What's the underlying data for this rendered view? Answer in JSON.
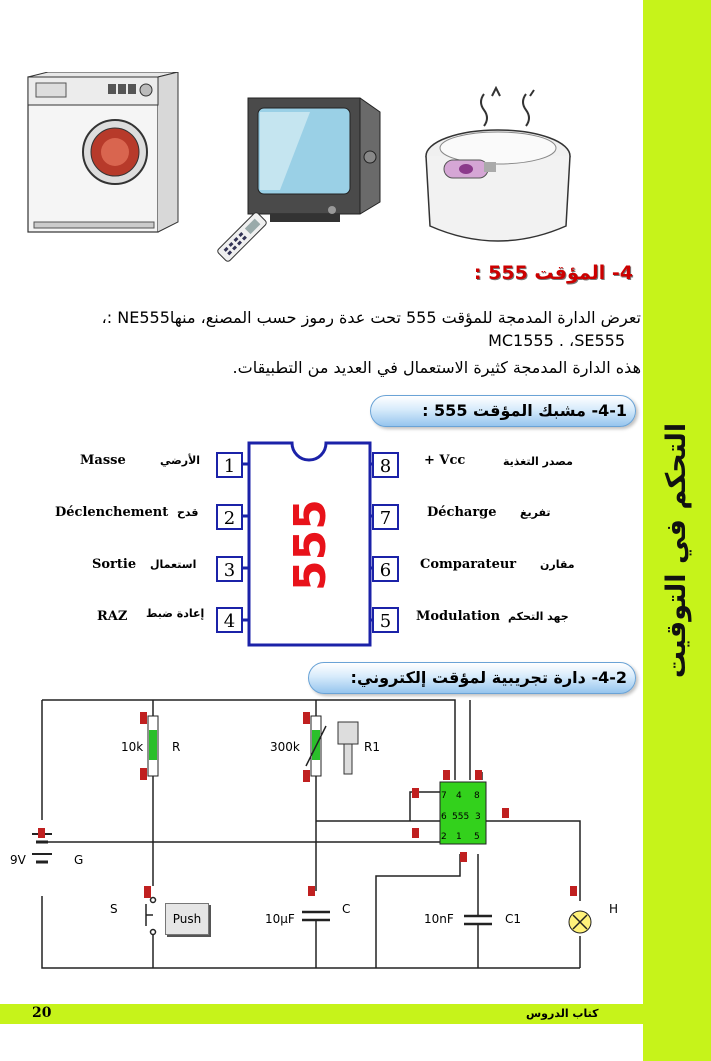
{
  "sidebar": {
    "title": "التحكم في التوقيت"
  },
  "footer": {
    "page_number": "20",
    "book_label": "كتاب الدروس"
  },
  "heading": "4- المؤقت 555 :",
  "paragraph": {
    "line1": "تعرض الدارة المدمجة للمؤقت 555 تحت عدة رموز حسب المصنع، منهاNE555 :،",
    "line2": "MC1555 . ،SE555",
    "line3": "هذه الدارة المدمجة كثيرة الاستعمال في العديد من التطبيقات."
  },
  "section1": {
    "title": "4-1- مشبك المؤقت 555 :"
  },
  "section2": {
    "title": "4-2- دارة تجريبية لمؤقت إلكتروني:"
  },
  "chip": {
    "label": "555",
    "label_color": "#e8121a",
    "outline_color": "#1b22a8"
  },
  "pins_left": [
    {
      "num": "1",
      "fr": "Masse",
      "ar": "الأرضي"
    },
    {
      "num": "2",
      "fr": "Déclenchement",
      "ar": "قدح"
    },
    {
      "num": "3",
      "fr": "Sortie",
      "ar": "استعمال"
    },
    {
      "num": "4",
      "fr": "RAZ",
      "ar": "إعادة ضبط"
    }
  ],
  "pins_right": [
    {
      "num": "8",
      "fr": "+ Vcc",
      "ar": "مصدر التغذية"
    },
    {
      "num": "7",
      "fr": "Décharge",
      "ar": "تفريغ"
    },
    {
      "num": "6",
      "fr": "Comparateur",
      "ar": "مقارن"
    },
    {
      "num": "5",
      "fr": "Modulation",
      "ar": "جهد التحكم"
    }
  ],
  "circuit": {
    "r_value": "10k",
    "r_name": "R",
    "r1_value": "300k",
    "r1_name": "R1",
    "battery_value": "9V",
    "battery_name": "G",
    "switch_name": "S",
    "push_label": "Push",
    "c_value": "10µF",
    "c_name": "C",
    "c1_value": "10nF",
    "c1_name": "C1",
    "lamp_name": "H",
    "ic_label": "555",
    "ic_pins": {
      "p7": "7",
      "p4": "4",
      "p8": "8",
      "p6": "6",
      "p3": "3",
      "p2": "2",
      "p1": "1",
      "p5": "5"
    }
  },
  "colors": {
    "accent": "#c6f31a",
    "heading_red": "#cc0000",
    "chip_blue": "#1b22a8",
    "ic_green": "#33d11c"
  },
  "icons": [
    "washing-machine-icon",
    "television-icon",
    "remote-control-icon",
    "rice-cooker-icon"
  ]
}
